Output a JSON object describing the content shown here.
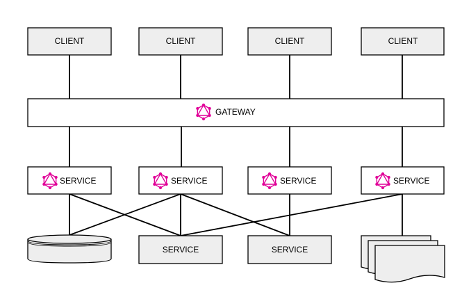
{
  "colors": {
    "box_fill": "#eeeeee",
    "gateway_fill": "#ffffff",
    "service_fill": "#ffffff",
    "stroke": "#000000",
    "graphql_icon": "#e10098"
  },
  "clients": [
    {
      "label": "CLIENT"
    },
    {
      "label": "CLIENT"
    },
    {
      "label": "CLIENT"
    },
    {
      "label": "CLIENT"
    }
  ],
  "gateway": {
    "label": "GATEWAY",
    "icon": "graphql-icon"
  },
  "graphql_services": [
    {
      "label": "SERVICE",
      "icon": "graphql-icon"
    },
    {
      "label": "SERVICE",
      "icon": "graphql-icon"
    },
    {
      "label": "SERVICE",
      "icon": "graphql-icon"
    },
    {
      "label": "SERVICE",
      "icon": "graphql-icon"
    }
  ],
  "backends": [
    {
      "type": "database",
      "icon": "database-icon"
    },
    {
      "type": "service",
      "label": "SERVICE"
    },
    {
      "type": "service",
      "label": "SERVICE"
    },
    {
      "type": "documents",
      "icon": "documents-icon"
    }
  ]
}
